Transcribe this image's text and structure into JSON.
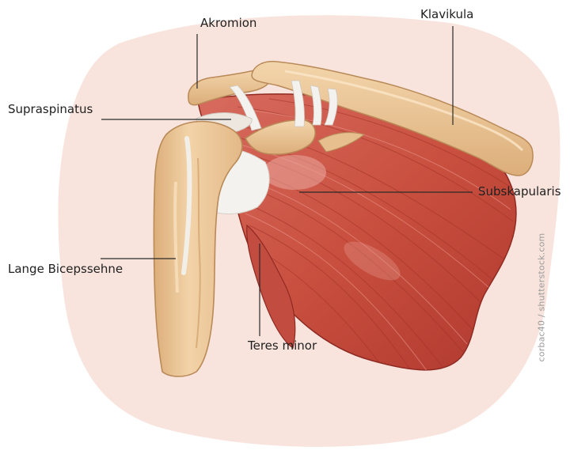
{
  "labels": {
    "akromion": "Akromion",
    "klavikula": "Klavikula",
    "supraspinatus": "Supraspinatus",
    "subskapularis": "Subskapularis",
    "lange_bicepssehne": "Lange Bicepssehne",
    "teres_minor": "Teres minor"
  },
  "credit": "corbac40 / shutterstock.com",
  "colors": {
    "background_blob": "#f8e4dd",
    "bone": "#eec99b",
    "bone_shadow": "#d9a974",
    "bone_outline": "#b98a58",
    "muscle": "#cc5448",
    "muscle_dark": "#a8352d",
    "muscle_light": "#e2857b",
    "tendon": "#f4f2ef",
    "leader_line": "#2a2a2a"
  }
}
